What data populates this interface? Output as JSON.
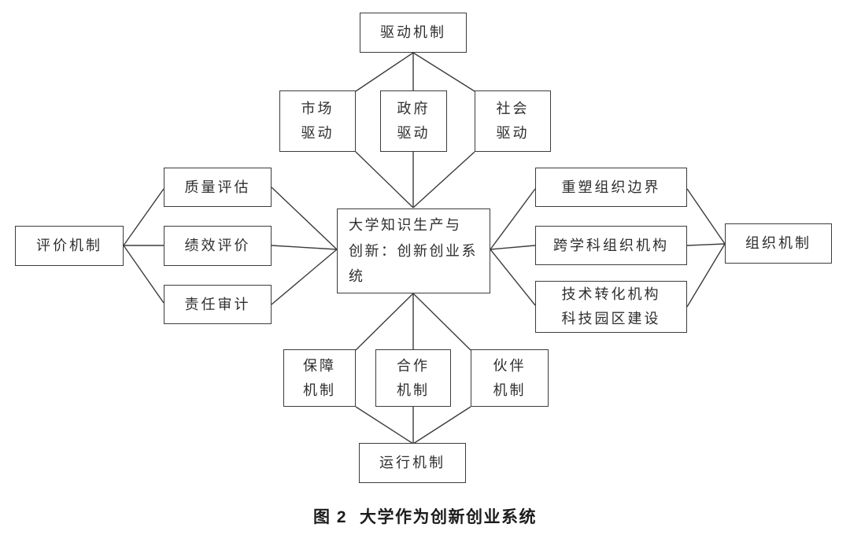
{
  "figure": {
    "background": "#ffffff",
    "line_color": "#3c3c3c",
    "text_color": "#2e2e2e",
    "caption": {
      "label": "图 2",
      "title": "大学作为创新创业系统"
    },
    "nodes": [
      {
        "id": "drive",
        "label": "驱动机制"
      },
      {
        "id": "market",
        "label": "市场\n驱动"
      },
      {
        "id": "gov",
        "label": "政府\n驱动"
      },
      {
        "id": "social",
        "label": "社会\n驱动"
      },
      {
        "id": "quality",
        "label": "质量评估"
      },
      {
        "id": "perf",
        "label": "绩效评价"
      },
      {
        "id": "audit",
        "label": "责任审计"
      },
      {
        "id": "eval",
        "label": "评价机制"
      },
      {
        "id": "core",
        "label": "大学知识生产与\n创新：创新创业系\n统"
      },
      {
        "id": "reshape",
        "label": "重塑组织边界"
      },
      {
        "id": "inter",
        "label": "跨学科组织机构"
      },
      {
        "id": "tech",
        "label": "技术转化机构\n科技园区建设"
      },
      {
        "id": "org",
        "label": "组织机制"
      },
      {
        "id": "guarantee",
        "label": "保障\n机制"
      },
      {
        "id": "coop",
        "label": "合作\n机制"
      },
      {
        "id": "partner",
        "label": "伙伴\n机制"
      },
      {
        "id": "run",
        "label": "运行机制"
      }
    ],
    "edges": [
      {
        "from": "drive",
        "to": "market"
      },
      {
        "from": "drive",
        "to": "gov"
      },
      {
        "from": "drive",
        "to": "social"
      },
      {
        "from": "market",
        "to": "core"
      },
      {
        "from": "gov",
        "to": "core"
      },
      {
        "from": "social",
        "to": "core"
      },
      {
        "from": "eval",
        "to": "quality"
      },
      {
        "from": "eval",
        "to": "perf"
      },
      {
        "from": "eval",
        "to": "audit"
      },
      {
        "from": "quality",
        "to": "core"
      },
      {
        "from": "perf",
        "to": "core"
      },
      {
        "from": "audit",
        "to": "core"
      },
      {
        "from": "core",
        "to": "reshape"
      },
      {
        "from": "core",
        "to": "inter"
      },
      {
        "from": "core",
        "to": "tech"
      },
      {
        "from": "reshape",
        "to": "org"
      },
      {
        "from": "inter",
        "to": "org"
      },
      {
        "from": "tech",
        "to": "org"
      },
      {
        "from": "core",
        "to": "guarantee"
      },
      {
        "from": "core",
        "to": "coop"
      },
      {
        "from": "core",
        "to": "partner"
      },
      {
        "from": "guarantee",
        "to": "run"
      },
      {
        "from": "coop",
        "to": "run"
      },
      {
        "from": "partner",
        "to": "run"
      }
    ]
  }
}
